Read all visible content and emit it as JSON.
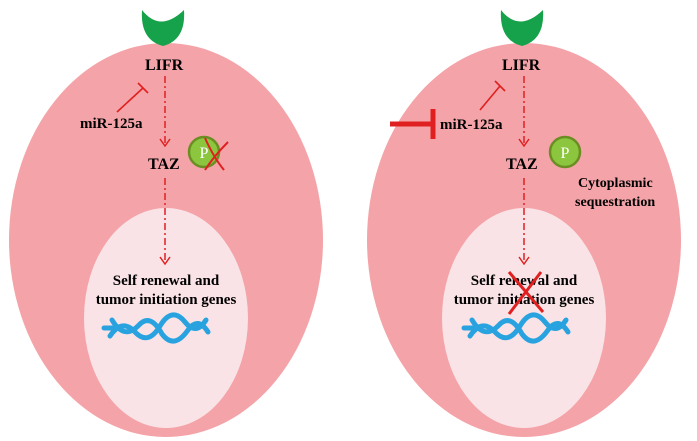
{
  "colors": {
    "cell": "#f4a3a8",
    "nucleus": "#fae3e6",
    "ligand": "#16a24a",
    "phospho_fill": "#8cc63f",
    "phospho_stroke": "#6b8e23",
    "pathway": "#e02020",
    "dna": "#29a3e0"
  },
  "left_cell": {
    "receptor": "LIFR",
    "mirna": "miR-125a",
    "effector": "TAZ",
    "phospho": "P",
    "nucleus_line1": "Self renewal and",
    "nucleus_line2": "tumor initiation genes"
  },
  "right_cell": {
    "receptor": "LIFR",
    "mirna": "miR-125a",
    "effector": "TAZ",
    "phospho": "P",
    "sequestration_line1": "Cytoplasmic",
    "sequestration_line2": "sequestration",
    "nucleus_line1": "Self renewal and",
    "nucleus_line2": "tumor initiation genes"
  }
}
